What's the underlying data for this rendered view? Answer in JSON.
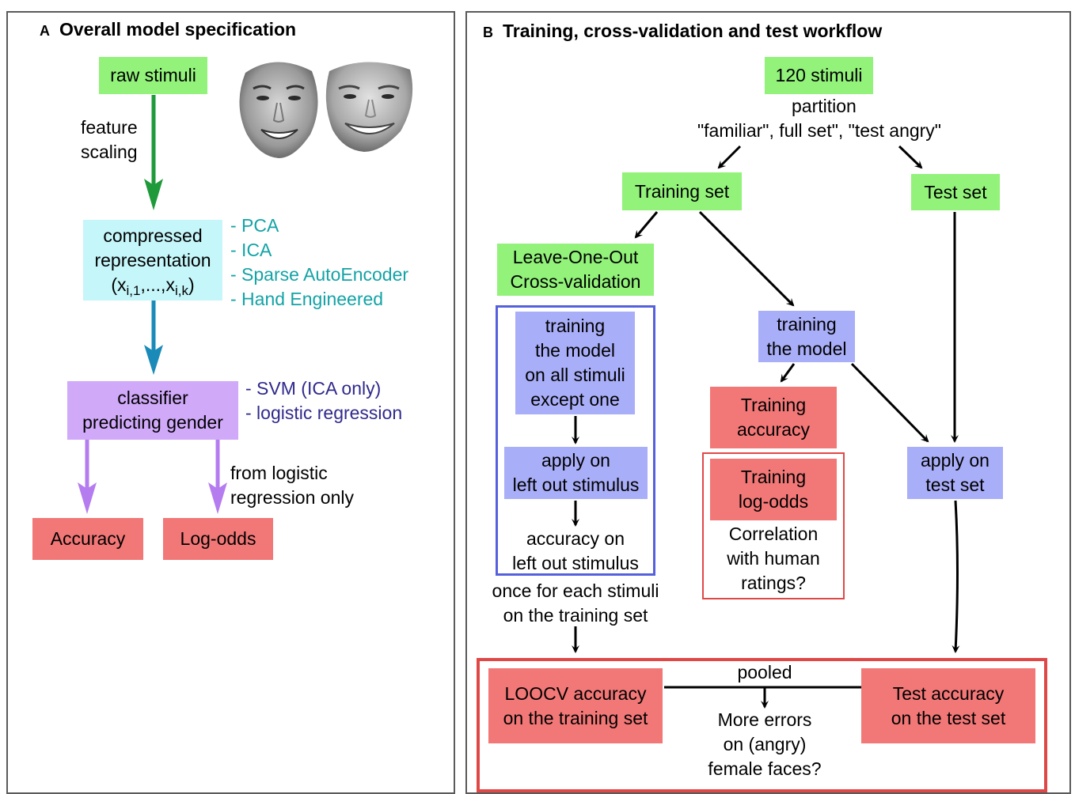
{
  "panelA": {
    "letter": "A",
    "title": "Overall model specification",
    "raw_stimuli": "raw stimuli",
    "feature_scaling": [
      "feature",
      "scaling"
    ],
    "compressed": [
      "compressed",
      "representation"
    ],
    "repr_x": "x",
    "repr_sub1": "i,1",
    "repr_dots": ",...,",
    "repr_sub2": "i,k",
    "methods": [
      "- PCA",
      "- ICA",
      "- Sparse AutoEncoder",
      "- Hand Engineered"
    ],
    "classifier": [
      "classifier",
      "predicting gender"
    ],
    "classifier_types": [
      "- SVM (ICA only)",
      "- logistic regression"
    ],
    "from_logistic": [
      "from logistic",
      "regression only"
    ],
    "accuracy": "Accuracy",
    "log_odds": "Log-odds"
  },
  "panelB": {
    "letter": "B",
    "title": "Training, cross-validation and test workflow",
    "stimuli": "120 stimuli",
    "partition": "partition",
    "partition_sets": "\"familiar\", full set\", \"test angry\"",
    "training_set": "Training set",
    "test_set": "Test set",
    "loo": [
      "Leave-One-Out",
      "Cross-validation"
    ],
    "training_all": [
      "training",
      "the model",
      "on all stimuli",
      "except one"
    ],
    "apply_left": [
      "apply on",
      "left out stimulus"
    ],
    "accuracy_left": [
      "accuracy on",
      "left out stimulus"
    ],
    "once_each": [
      "once for each stimuli",
      "on the training set"
    ],
    "training_model": [
      "training",
      "the model"
    ],
    "training_accuracy": [
      "Training",
      "accuracy"
    ],
    "training_logodds": [
      "Training",
      "log-odds"
    ],
    "correlation": [
      "Correlation",
      "with human",
      "ratings?"
    ],
    "apply_test": [
      "apply on",
      "test set"
    ],
    "loocv_accuracy": [
      "LOOCV accuracy",
      "on the training set"
    ],
    "pooled": "pooled",
    "test_accuracy": [
      "Test accuracy",
      "on the test set"
    ],
    "more_errors": [
      "More errors",
      "on (angry)",
      "female faces?"
    ]
  },
  "colors": {
    "green_box": "#92f27a",
    "cyan_box": "#c5f6fa",
    "purple_box": "#d0a9f9",
    "red_box": "#f27777",
    "blue_box": "#a9aef8",
    "green_arrow": "#1e9a3a",
    "blue_arrow": "#1a8ab8",
    "purple_arrow": "#b57cf0",
    "loo_frame": "#5560dc",
    "red_frame": "#e04848",
    "teal_text": "#13a3a6",
    "navy_text": "#302a8c"
  }
}
